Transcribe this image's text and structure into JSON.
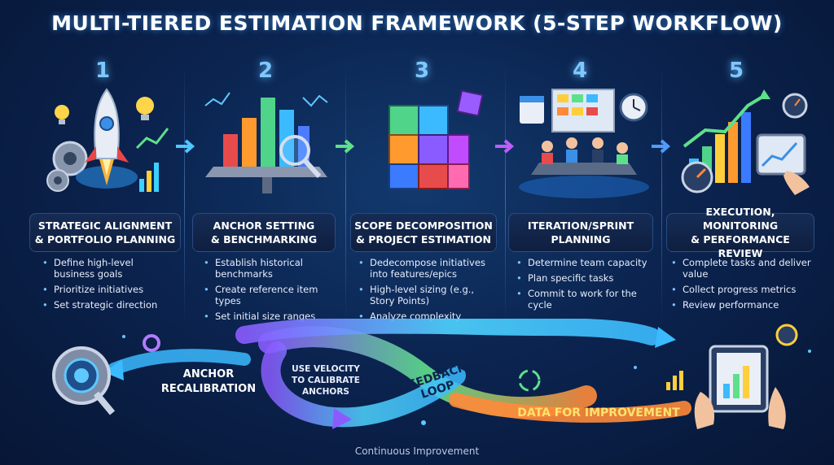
{
  "title": "MULTI-TIERED ESTIMATION FRAMEWORK (5-STEP WORKFLOW)",
  "steps": [
    {
      "number": "1",
      "title_lines": [
        "STRATEGIC ALIGNMENT",
        "& PORTFOLIO PLANNING"
      ],
      "bullets": [
        "Define high-level business goals",
        "Prioritize initiatives",
        "Set strategic direction"
      ]
    },
    {
      "number": "2",
      "title_lines": [
        "ANCHOR SETTING",
        "& BENCHMARKING"
      ],
      "bullets": [
        "Establish historical benchmarks",
        "Create reference item types",
        "Set initial size ranges"
      ]
    },
    {
      "number": "3",
      "title_lines": [
        "SCOPE DECOMPOSITION",
        "& PROJECT ESTIMATION"
      ],
      "bullets": [
        "Dedecompose initiatives into features/epics",
        "High-level sizing (e.g., Story Points)",
        "Analyze complexity"
      ]
    },
    {
      "number": "4",
      "title_lines": [
        "ITERATION/SPRINT",
        "PLANNING"
      ],
      "bullets": [
        "Determine team capacity",
        "Plan specific tasks",
        "Commit to work for the cycle"
      ]
    },
    {
      "number": "5",
      "title_lines": [
        "EXECUTION, MONITORING",
        "& PERFORMANCE REVIEW"
      ],
      "bullets": [
        "Complete tasks and deliver value",
        "Collect progress metrics",
        "Review performance"
      ]
    }
  ],
  "loop": {
    "anchor_recalibration_1": "ANCHOR",
    "anchor_recalibration_2": "RECALIBRATION",
    "velocity_1": "USE VELOCITY",
    "velocity_2": "TO CALIBRATE",
    "velocity_3": "ANCHORS",
    "feedback_loop": "FEEDBACK LOOP",
    "data_for_improvement": "DATA FOR IMPROVEMENT"
  },
  "footer": "Continuous Improvement",
  "colors": {
    "accent_blue": "#7ec8ff",
    "loop_cyan": "#4fd4ff",
    "loop_purple": "#8a5cff",
    "loop_green": "#5ee08a",
    "loop_orange": "#ff8a3a",
    "label_yellow": "#ffe36b"
  }
}
